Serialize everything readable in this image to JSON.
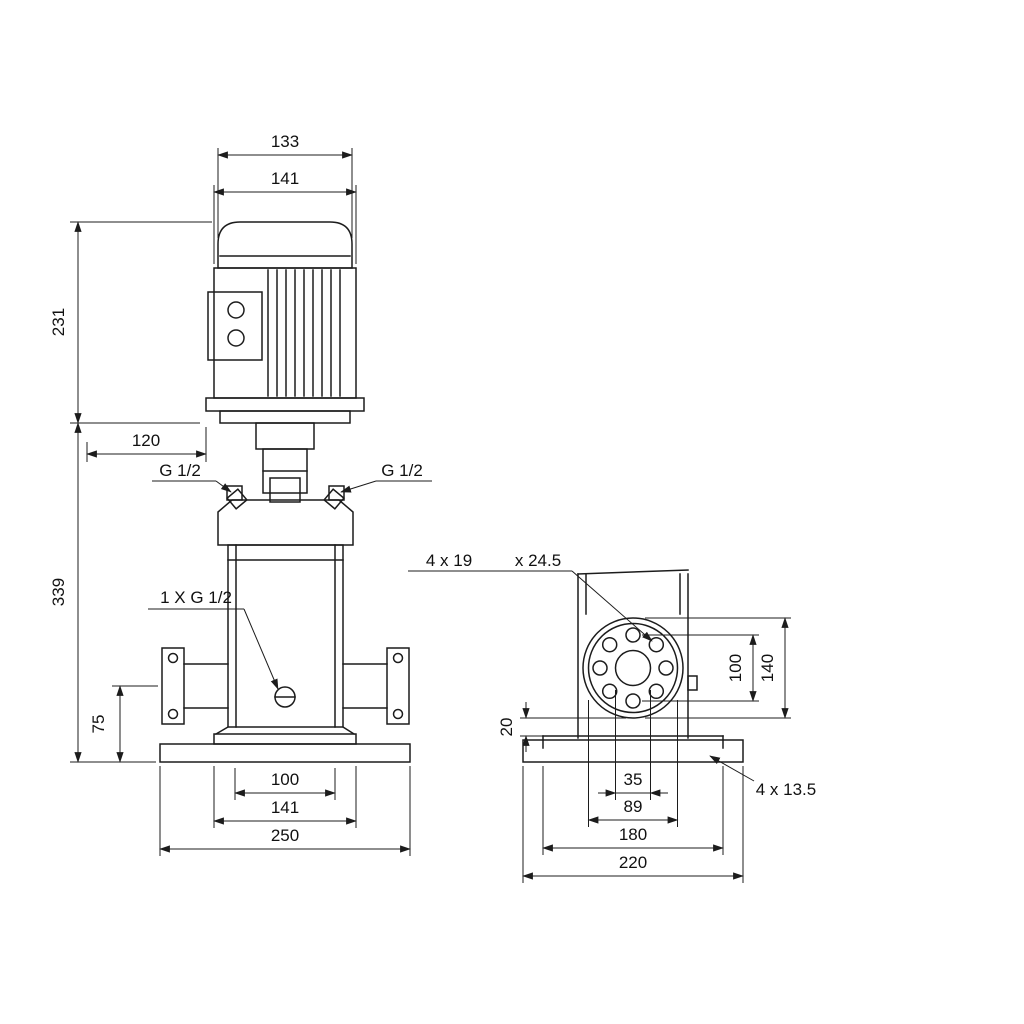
{
  "colors": {
    "background": "#ffffff",
    "line": "#1c1c1c",
    "text": "#111111"
  },
  "front_view": {
    "dim_motor_top_width": "133",
    "dim_motor_width": "141",
    "dim_motor_height": "231",
    "dim_offset": "120",
    "dim_pump_height": "339",
    "dim_port_height": "75",
    "dim_base_holes": "100",
    "dim_foot_width": "141",
    "dim_base_width": "250",
    "label_plug_left": "G 1/2",
    "label_plug_right": "G 1/2",
    "label_drain_plug": "1 X G 1/2"
  },
  "side_view": {
    "label_flange_holes": "4 x 19",
    "label_flange_spotface": "x 24.5",
    "dim_base_thickness": "20",
    "dim_bolt_circle": "100",
    "dim_flange_od": "140",
    "dim_port_bore": "35",
    "dim_raised_face": "89",
    "dim_base_hole_spacing": "180",
    "dim_base_width": "220",
    "label_base_holes": "4 x 13.5"
  }
}
